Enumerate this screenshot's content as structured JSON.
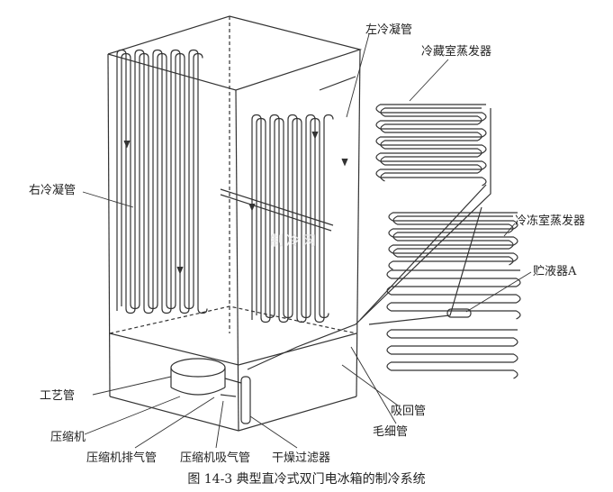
{
  "labels": {
    "left_condenser": "左冷凝管",
    "fridge_evaporator": "冷藏室蒸发器",
    "right_condenser": "右冷凝管",
    "freezer_evaporator": "冷冻室蒸发器",
    "accumulator": "贮液器A",
    "process_tube": "工艺管",
    "compressor": "压缩机",
    "discharge_tube": "压缩机排气管",
    "suction_tube": "压缩机吸气管",
    "drier_filter": "干燥过滤器",
    "return_tube": "吸回管",
    "capillary": "毛细管"
  },
  "caption": "图 14-3   典型直冷式双门电冰箱的制冷系统",
  "watermark": "制冷网"
}
